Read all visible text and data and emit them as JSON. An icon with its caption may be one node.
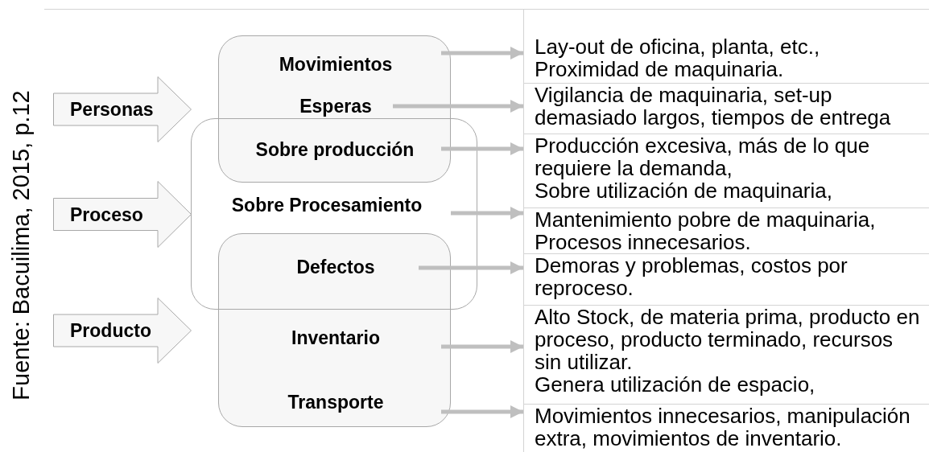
{
  "diagram": {
    "caption": "Fuente: Bacuilima, 2015, p.12",
    "nodes": [
      {
        "text": [
          "Personas"
        ]
      },
      {
        "text": [
          "Proceso"
        ]
      },
      {
        "text": [
          "Producto"
        ]
      },
      {
        "text": [],
        "shape": "box"
      },
      {
        "text": [
          "Movimientos"
        ],
        "in": 3
      },
      {
        "text": [
          "Esperas"
        ],
        "in": 3
      },
      {
        "text": [
          "Sobre producción"
        ]
      },
      {
        "text": [],
        "shape": "box"
      },
      {
        "text": [
          "Sobre Procesamiento"
        ],
        "in": 7
      },
      {
        "text": [
          "Defectos"
        ]
      },
      {
        "text": [],
        "shape": "box"
      },
      {
        "text": [
          "Inventario"
        ],
        "in": 10
      },
      {
        "text": [
          "Transporte"
        ],
        "in": 10
      },
      {
        "text": [
          "Lay-out de oficina, planta, etc., Proximidad de maquinaria."
        ]
      },
      {
        "text": [
          "Vigilancia de maquinaria, set-up demasiado largos, tiempos de entrega"
        ]
      },
      {
        "text": [
          "Producción excesiva, más de lo que requiere la demanda,",
          "Sobre utilización de maquinaria,"
        ]
      },
      {
        "text": [
          "Mantenimiento pobre de maquinaria, Procesos innecesarios."
        ]
      },
      {
        "text": [
          "Demoras y problemas, costos por reproceso."
        ]
      },
      {
        "text": [
          "Alto Stock, de materia prima, producto en proceso, producto terminado, recursos sin utilizar.",
          "Genera utilización de espacio,"
        ]
      },
      {
        "text": [
          "Movimientos innecesarios, manipulación extra, movimientos de inventario."
        ]
      }
    ],
    "edges": [
      {
        "from": 4,
        "to": 13,
        "arrow": "to"
      },
      {
        "from": 5,
        "to": 14,
        "arrow": "to"
      },
      {
        "from": 6,
        "to": 15,
        "arrow": "to"
      },
      {
        "from": 8,
        "to": 16,
        "arrow": "to"
      },
      {
        "from": 9,
        "to": 17,
        "arrow": "to"
      },
      {
        "from": 11,
        "to": 18,
        "arrow": "to"
      },
      {
        "from": 12,
        "to": 19,
        "arrow": "to"
      }
    ]
  }
}
